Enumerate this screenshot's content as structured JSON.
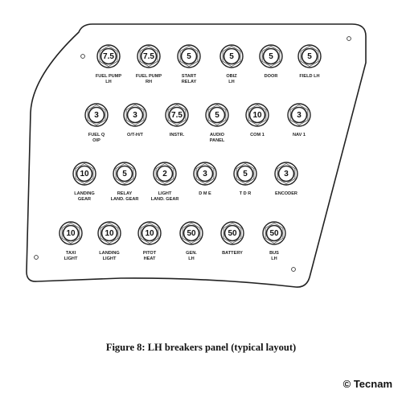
{
  "figure": {
    "caption": "Figure 8: LH breakers panel (typical layout)",
    "credit": "© Tecnam"
  },
  "breakers": [
    {
      "rating": "7.5",
      "label": [
        "FUEL PUMP",
        "LH"
      ]
    },
    {
      "rating": "7.5",
      "label": [
        "FUEL PUMP",
        "RH"
      ]
    },
    {
      "rating": "5",
      "label": [
        "START",
        "RELAY"
      ]
    },
    {
      "rating": "5",
      "label": [
        "OBIZ",
        "LH"
      ]
    },
    {
      "rating": "5",
      "label": [
        "DOOR"
      ]
    },
    {
      "rating": "5",
      "label": [
        "FIELD LH"
      ]
    },
    {
      "rating": "3",
      "label": [
        "FUEL Q",
        "OIP"
      ]
    },
    {
      "rating": "3",
      "label": [
        "O/T-H/T"
      ]
    },
    {
      "rating": "7.5",
      "label": [
        "INSTR."
      ]
    },
    {
      "rating": "5",
      "label": [
        "AUDIO",
        "PANEL"
      ]
    },
    {
      "rating": "10",
      "label": [
        "COM 1"
      ]
    },
    {
      "rating": "3",
      "label": [
        "NAV 1"
      ]
    },
    {
      "rating": "10",
      "label": [
        "LANDING",
        "GEAR"
      ]
    },
    {
      "rating": "5",
      "label": [
        "RELAY",
        "LAND. GEAR"
      ]
    },
    {
      "rating": "2",
      "label": [
        "LIGHT",
        "LAND. GEAR"
      ]
    },
    {
      "rating": "3",
      "label": [
        "D M E"
      ]
    },
    {
      "rating": "5",
      "label": [
        "T D R"
      ]
    },
    {
      "rating": "3",
      "label": [
        "ENCODER"
      ]
    },
    {
      "rating": "10",
      "label": [
        "TAXI",
        "LIGHT"
      ]
    },
    {
      "rating": "10",
      "label": [
        "LANDING",
        "LIGHT"
      ]
    },
    {
      "rating": "10",
      "label": [
        "PITOT",
        "HEAT"
      ]
    },
    {
      "rating": "50",
      "label": [
        "GEN.",
        "LH"
      ]
    },
    {
      "rating": "50",
      "label": [
        "BATTERY"
      ]
    },
    {
      "rating": "50",
      "label": [
        "BUS",
        "LH"
      ]
    }
  ]
}
